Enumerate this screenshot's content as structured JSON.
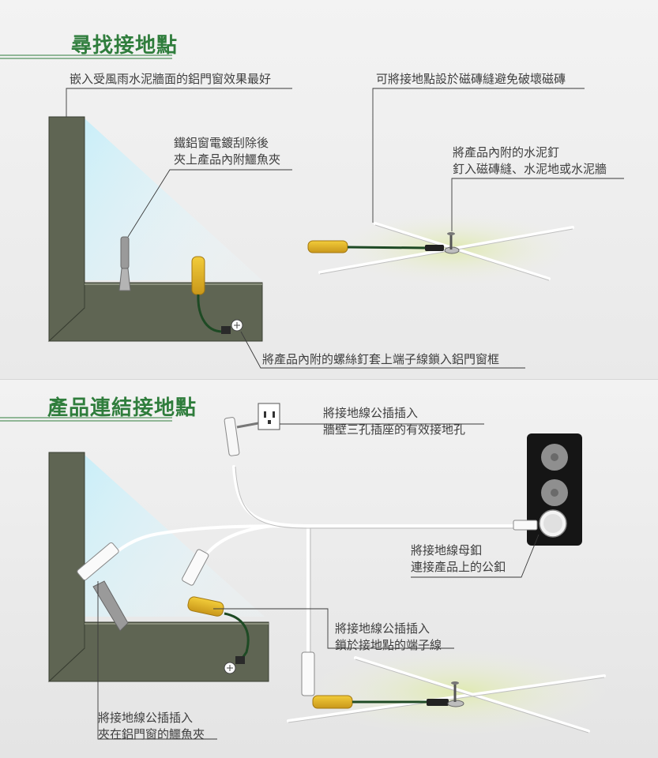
{
  "colors": {
    "heading": "#2f7d3c",
    "wall": "#5f6553",
    "glass": "#bfe6f2",
    "connector": "#e3b21f",
    "wire": "#1e4a24",
    "floor_glow": "#e4ecbf"
  },
  "section1": {
    "title": "尋找接地點",
    "labels": {
      "window": "嵌入受風雨水泥牆面的鋁門窗效果最好",
      "tile": "可將接地點設於磁磚縫避免破壞磁磚",
      "clip_line1": "鐵鋁窗電鍍刮除後",
      "clip_line2": "夾上產品內附鱷魚夾",
      "nail_line1": "將產品內附的水泥釘",
      "nail_line2": "釘入磁磚縫、水泥地或水泥牆",
      "screw": "將產品內附的螺絲釘套上端子線鎖入鋁門窗框"
    }
  },
  "section2": {
    "title": "產品連結接地點",
    "labels": {
      "plug_line1": "將接地線公插插入",
      "plug_line2": "牆壁三孔插座的有效接地孔",
      "snap_line1": "將接地線母釦",
      "snap_line2": "連接產品上的公釦",
      "lock_line1": "將接地線公插插入",
      "lock_line2": "鎖於接地點的端子線",
      "clamp_line1": "將接地線公插插入",
      "clamp_line2": "夾在鋁門窗的鱷魚夾"
    }
  }
}
